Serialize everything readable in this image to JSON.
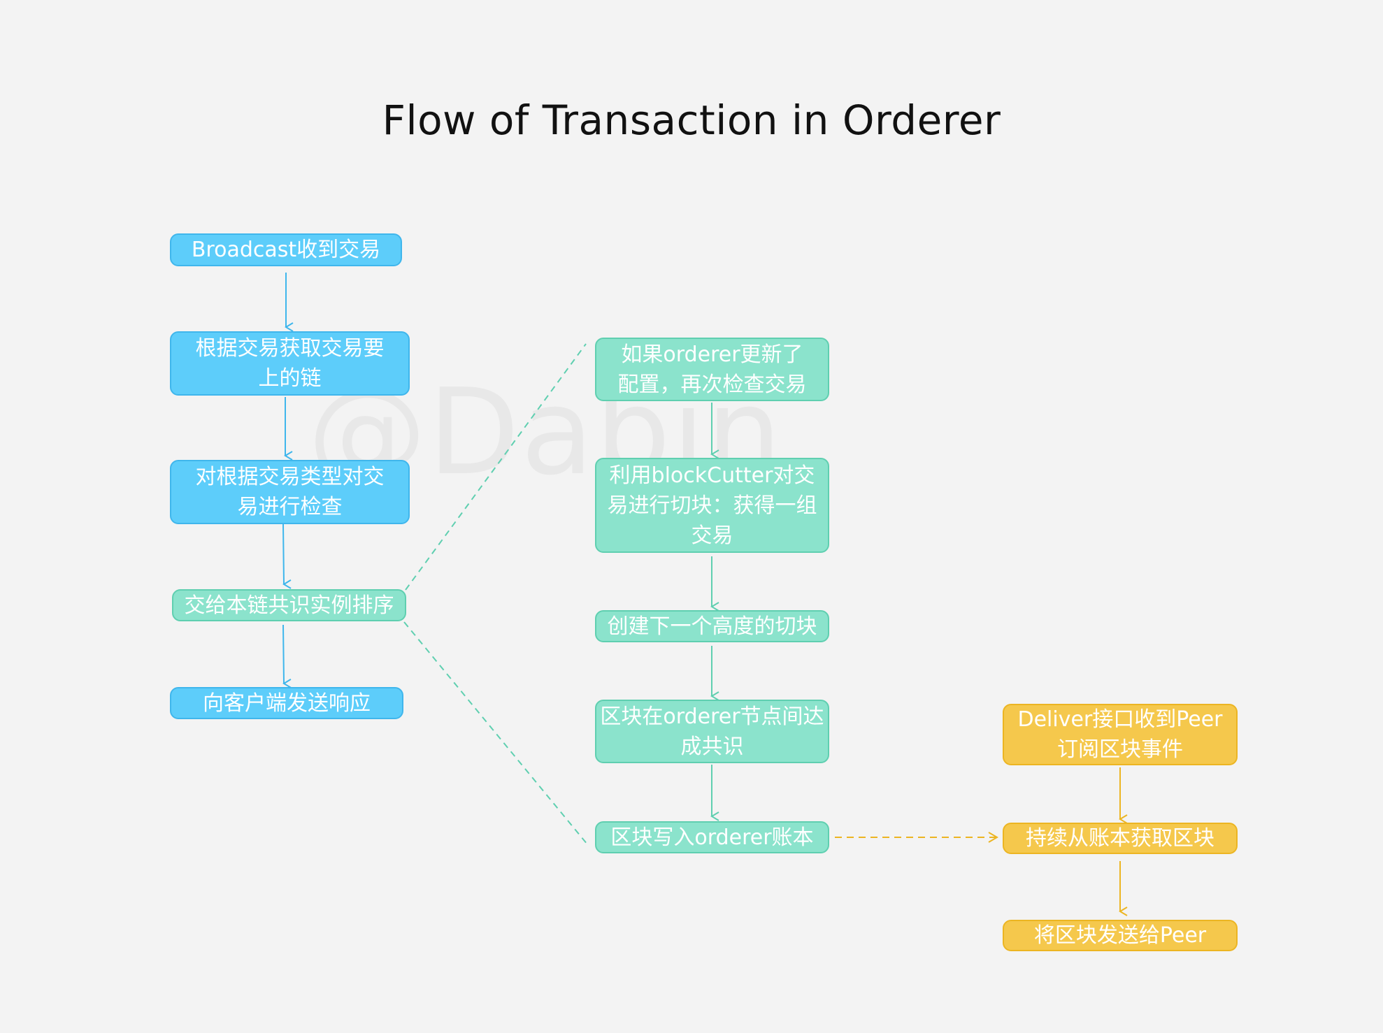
{
  "title": "Flow of Transaction in Orderer",
  "watermark": "@Dabin",
  "colors": {
    "background": "#f3f3f3",
    "blue": "#5dcdfa",
    "green": "#8be3cc",
    "green_line": "#5fcfb0",
    "blue_line": "#3fb6ec",
    "yellow": "#f5c84c",
    "yellow_line": "#ecb522"
  },
  "left_column": {
    "steps": [
      {
        "label": "Broadcast收到交易"
      },
      {
        "label": "根据交易获取交易要上的链"
      },
      {
        "label": "对根据交易类型对交易进行检查"
      },
      {
        "label": "交给本链共识实例排序"
      },
      {
        "label": "向客户端发送响应"
      }
    ]
  },
  "middle_column": {
    "steps": [
      {
        "label": "如果orderer更新了配置，再次检查交易"
      },
      {
        "label": "利用blockCutter对交易进行切块：获得一组交易"
      },
      {
        "label": "创建下一个高度的切块"
      },
      {
        "label": "区块在orderer节点间达成共识"
      },
      {
        "label": "区块写入orderer账本"
      }
    ]
  },
  "right_column": {
    "steps": [
      {
        "label": "Deliver接口收到Peer订阅区块事件"
      },
      {
        "label": "持续从账本获取区块"
      },
      {
        "label": "将区块发送给Peer"
      }
    ]
  }
}
